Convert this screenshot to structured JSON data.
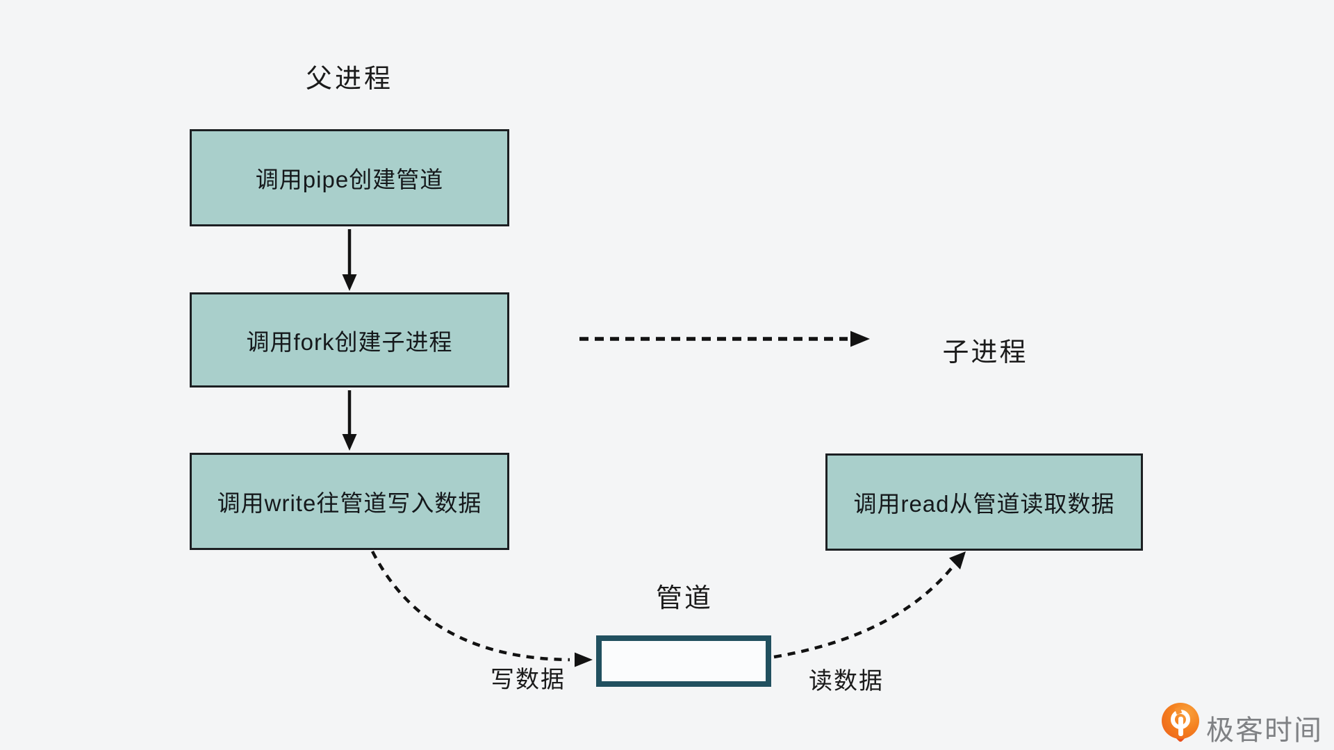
{
  "colors": {
    "background": "#f4f5f6",
    "flow_box_fill": "#a9cfcb",
    "flow_box_border": "#1c1f22",
    "pipe_box_border": "#21505f",
    "pipe_box_fill": "#fbfcfd",
    "arrow": "#121212",
    "text": "#1b1b1b",
    "logo_orange": "#f4801f",
    "logo_text_gray": "#7f8184"
  },
  "labels": {
    "parent_process": "父进程",
    "child_process": "子进程",
    "pipe": "管道",
    "write_data": "写数据",
    "read_data": "读数据"
  },
  "boxes": {
    "create_pipe": "调用pipe创建管道",
    "fork_child": "调用fork创建子进程",
    "write_pipe": "调用write往管道写入数据",
    "read_pipe": "调用read从管道读取数据"
  },
  "logo": {
    "brand": "极客时间"
  }
}
